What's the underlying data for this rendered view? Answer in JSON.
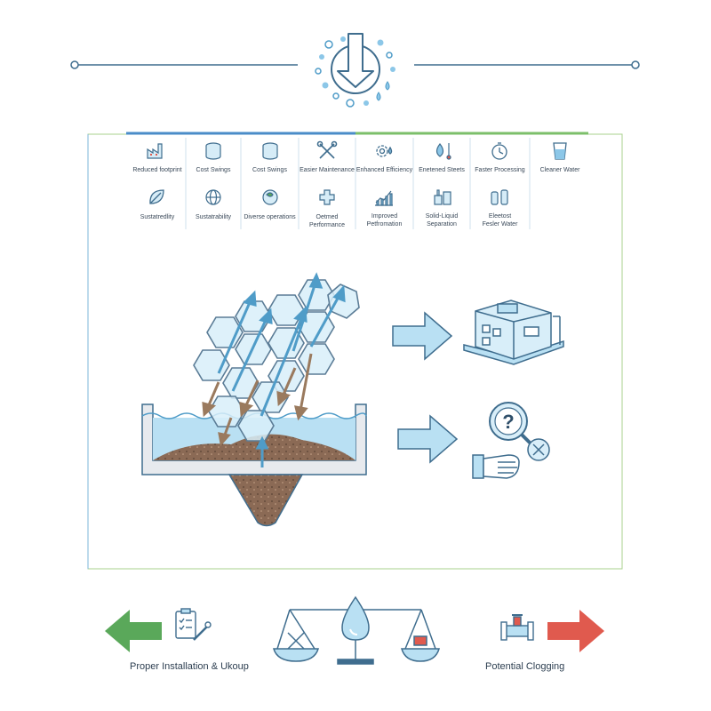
{
  "colors": {
    "stroke": "#3f6d8e",
    "water_fill": "#b9e0f3",
    "water_stroke": "#4f9cc8",
    "sediment": "#8b6a55",
    "green_arrow": "#5aa85a",
    "red_arrow": "#e05a4e",
    "frame_blue": "#4a8cc8",
    "frame_green": "#7cbf6a"
  },
  "header": {
    "icon": "water-flow-down-icon"
  },
  "benefits": {
    "row1": [
      {
        "label": "Reduced footprint",
        "icon": "factory-icon"
      },
      {
        "label": "Cost Swings",
        "icon": "coin-stack-icon"
      },
      {
        "label": "Cost Swings",
        "icon": "coin-stack-icon"
      },
      {
        "label": "Easier Maintenance",
        "icon": "wrench-screwdriver-icon"
      },
      {
        "label": "Enhanced Efficiency",
        "icon": "gear-drop-icon"
      },
      {
        "label": "Enetened Steets",
        "icon": "drop-thermometer-icon"
      },
      {
        "label": "Faster Processing",
        "icon": "stopwatch-icon"
      },
      {
        "label": "Cleaner Water",
        "icon": "glass-icon"
      }
    ],
    "row2": [
      {
        "label": "Sustatredlity",
        "icon": "leaf-icon"
      },
      {
        "label": "Sustatrability",
        "icon": "globe-gear-icon"
      },
      {
        "label": "Diverse operations",
        "icon": "globe-leaf-icon"
      },
      {
        "label": "Oetmed Performance",
        "icon": "puzzle-drop-icon"
      },
      {
        "label1": "Improved",
        "label2": "Petfromation",
        "icon": "growth-chart-icon"
      },
      {
        "label1": "Solid-Liquid",
        "label2": "Separation",
        "icon": "plant-icon"
      },
      {
        "label1": "Eleetost",
        "label2": "Fesler Water",
        "icon": "tanks-icon"
      }
    ]
  },
  "footer": {
    "left_label": "Proper Installation & Ukoup",
    "right_label": "Potential Clogging"
  }
}
